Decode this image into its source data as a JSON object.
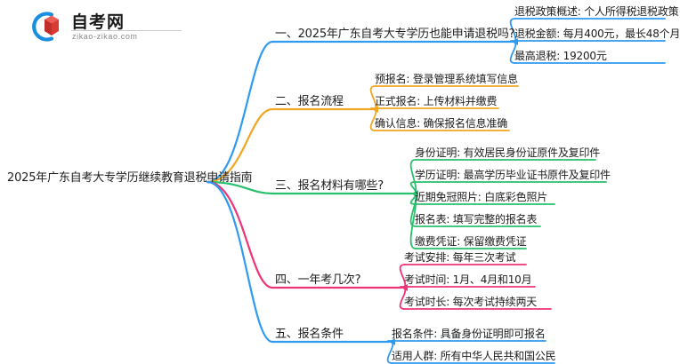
{
  "logo": {
    "name_cn": "自考网",
    "url": "zikao-zikao.com",
    "mark_icon": "graduation-cap-logo-icon",
    "arc_color": "#1a8fe0",
    "cap_color": "#e03b34"
  },
  "mindmap": {
    "root": {
      "label": "2025年广东自考大专学历继续教育退税申请指南"
    },
    "branches": [
      {
        "label": "一、2025年广东自考大专学历也能申请退税吗?",
        "color": "#2e9bf0",
        "children": [
          {
            "label": "退税政策概述: 个人所得税退税政策"
          },
          {
            "label": "退税金额: 每月400元，最长48个月"
          },
          {
            "label": "最高退税: 19200元"
          }
        ]
      },
      {
        "label": "二、报名流程",
        "color": "#f0a622",
        "children": [
          {
            "label": "预报名: 登录管理系统填写信息"
          },
          {
            "label": "正式报名: 上传材料并缴费"
          },
          {
            "label": "确认信息: 确保报名信息准确"
          }
        ]
      },
      {
        "label": "三、报名材料有哪些?",
        "color": "#27c06c",
        "children": [
          {
            "label": "身份证明: 有效居民身份证原件及复印件"
          },
          {
            "label": "学历证明: 最高学历毕业证书原件及复印件"
          },
          {
            "label": "近期免冠照片: 白底彩色照片"
          },
          {
            "label": "报名表: 填写完整的报名表"
          },
          {
            "label": "缴费凭证: 保留缴费凭证"
          }
        ]
      },
      {
        "label": "四、一年考几次?",
        "color": "#ee3377",
        "children": [
          {
            "label": "考试安排: 每年三次考试"
          },
          {
            "label": "考试时间: 1月、4月和10月"
          },
          {
            "label": "考试时长: 每次考试持续两天"
          }
        ]
      },
      {
        "label": "五、报名条件",
        "color": "#2e9bf0",
        "children": [
          {
            "label": "报名条件: 具备身份证明即可报名"
          },
          {
            "label": "适用人群: 所有中华人民共和国公民"
          }
        ]
      }
    ]
  }
}
